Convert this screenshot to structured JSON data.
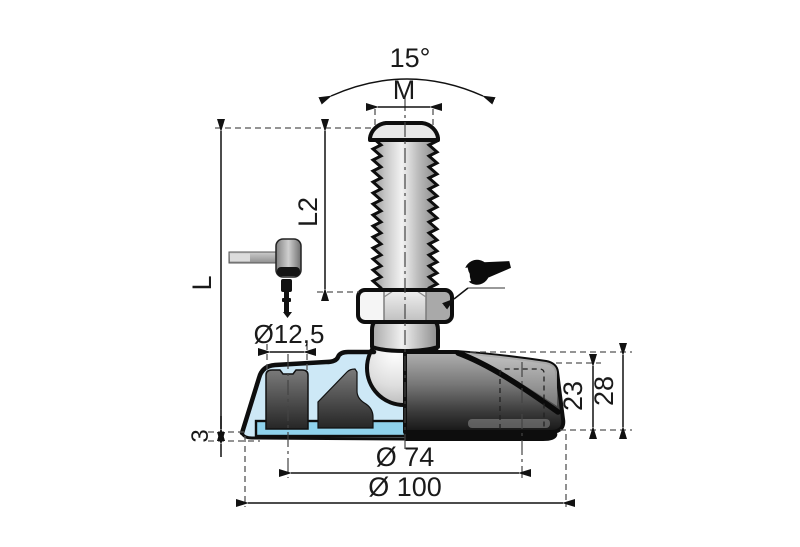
{
  "drawing": {
    "type": "technical-drawing",
    "subject": "levelling foot with ball-jointed threaded stud, half section view",
    "labels": {
      "tilt_angle": "15°",
      "thread_size": "M",
      "thread_length": "L2",
      "total_height": "L",
      "hole_diameter": "Ø12,5",
      "bolt_circle_diameter": "Ø 74",
      "base_diameter": "Ø 100",
      "body_height": "23",
      "overall_base_height": "28",
      "pad_thickness": "3"
    },
    "colors": {
      "section_blue": "#cde8f6",
      "pad_blue": "#8fd2ec",
      "outline_black": "#0e0e0e",
      "dim_text": "#1a1a1a"
    },
    "icons": {
      "mallet": "mallet-icon",
      "drive_pin": "drive-pin-icon",
      "wrench": "wrench-icon"
    }
  }
}
